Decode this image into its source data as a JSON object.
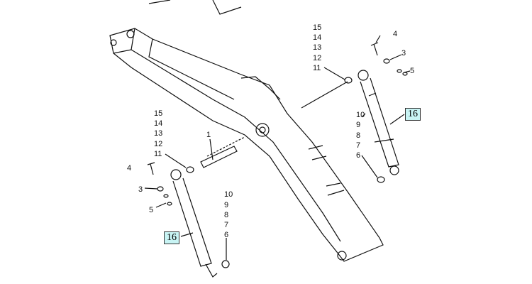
{
  "title": "Boom arm cylinder parts diagram",
  "callouts": {
    "right_top": [
      "15",
      "14",
      "13",
      "12",
      "11"
    ],
    "right_bolt": {
      "bolt": "4",
      "washer": "3",
      "nut": "5"
    },
    "right_bottom": [
      "10",
      "9",
      "8",
      "7",
      "6"
    ],
    "right_assembly": "16",
    "left_top": [
      "15",
      "14",
      "13",
      "12",
      "11"
    ],
    "pin": "1",
    "left_bolt": {
      "bolt": "4",
      "washer": "3",
      "nut": "5"
    },
    "left_bottom": [
      "10",
      "9",
      "8",
      "7",
      "6"
    ],
    "left_assembly": "16"
  },
  "colors": {
    "highlight": "#c8f4f4",
    "line": "#111111"
  }
}
